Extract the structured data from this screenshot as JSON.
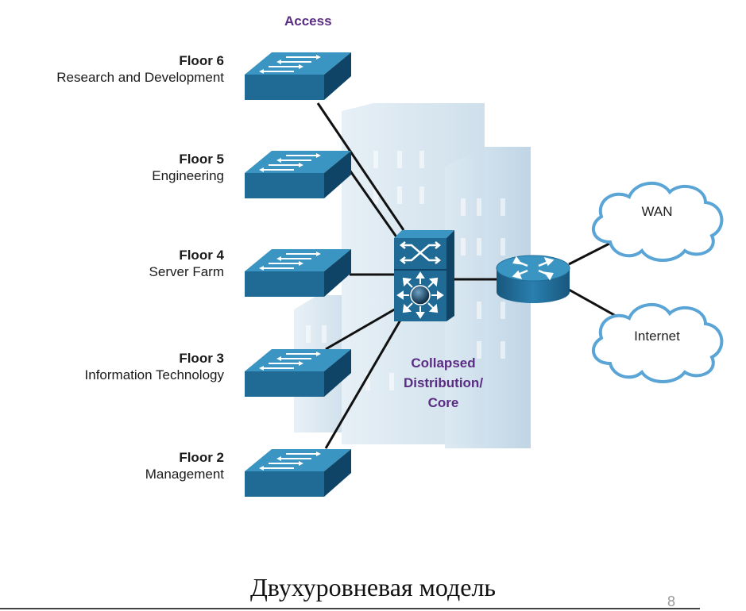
{
  "access_label": "Access",
  "core_label": {
    "line1": "Collapsed",
    "line2": "Distribution/",
    "line3": "Core"
  },
  "floors": [
    {
      "num": "Floor 6",
      "name": "Research and Development"
    },
    {
      "num": "Floor 5",
      "name": "Engineering"
    },
    {
      "num": "Floor 4",
      "name": "Server Farm"
    },
    {
      "num": "Floor 3",
      "name": "Information Technology"
    },
    {
      "num": "Floor 2",
      "name": "Management"
    }
  ],
  "clouds": {
    "wan": "WAN",
    "internet": "Internet"
  },
  "caption": "Двухуровневая модель",
  "page_number": "8",
  "colors": {
    "device_blue": "#1f6b96",
    "device_top": "#3b95c2",
    "label_purple": "#5b2c83",
    "building": "#d9e7f0",
    "cloud_stroke": "#5aa5d6"
  }
}
